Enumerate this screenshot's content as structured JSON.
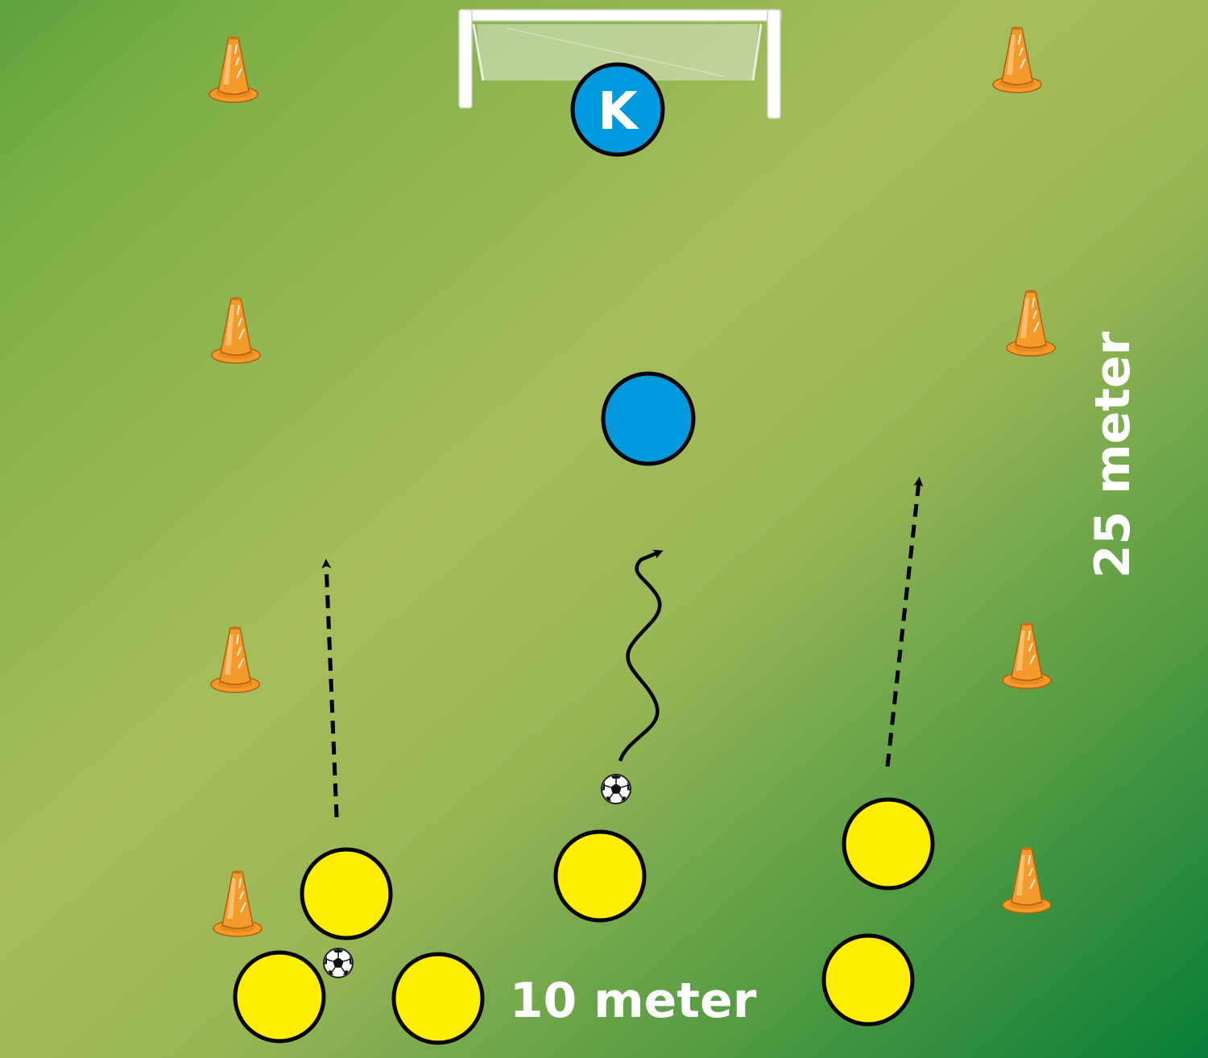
{
  "colors": {
    "field_light": "#a6bd5a",
    "field_dark_top_left": "#5fa53c",
    "field_dark_bottom_right": "#0e7f3b",
    "cone": "#f39a2b",
    "defender": "#0099dd",
    "attacker": "#ffee00",
    "outline": "#000000",
    "text": "#ffffff"
  },
  "goalkeeper": {
    "label": "K"
  },
  "dimensions": {
    "width_label": "10 meter",
    "length_label": "25 meter"
  },
  "icons": {
    "cone": "cone-icon",
    "ball": "soccer-ball-icon",
    "goal": "goal-icon",
    "run_arrow": "dashed-arrow",
    "dribble_arrow": "wavy-arrow"
  }
}
